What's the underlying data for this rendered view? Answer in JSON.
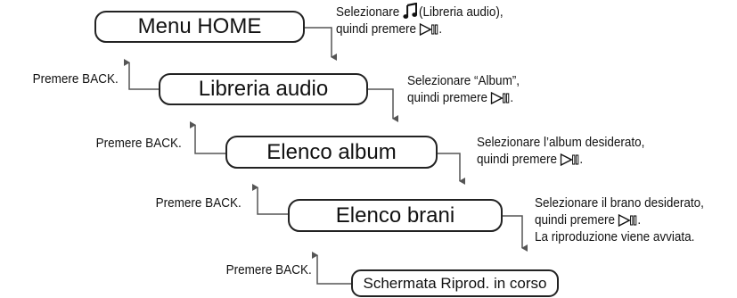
{
  "steps": [
    {
      "title": "Menu HOME",
      "instruction_1_pre": "Selezionare ",
      "instruction_1_post": "(Libreria audio),",
      "instruction_2": "quindi premere ",
      "icon": "music-note-icon"
    },
    {
      "title": "Libreria audio",
      "instruction_1": "Selezionare “Album”,",
      "instruction_2": "quindi premere ",
      "back_label": "Premere BACK."
    },
    {
      "title": "Elenco album",
      "instruction_1": "Selezionare l’album desiderato,",
      "instruction_2": "quindi premere ",
      "back_label": "Premere BACK."
    },
    {
      "title": "Elenco brani",
      "instruction_1": "Selezionare il brano desiderato,",
      "instruction_2": "quindi premere ",
      "instruction_3": "La riproduzione viene avviata.",
      "back_label": "Premere BACK."
    },
    {
      "title": "Schermata Riprod. in corso",
      "back_label": "Premere BACK."
    }
  ],
  "play_pause_icon": "play-pause-icon",
  "colors": {
    "line": "#555555",
    "border": "#222222",
    "text": "#111111"
  }
}
